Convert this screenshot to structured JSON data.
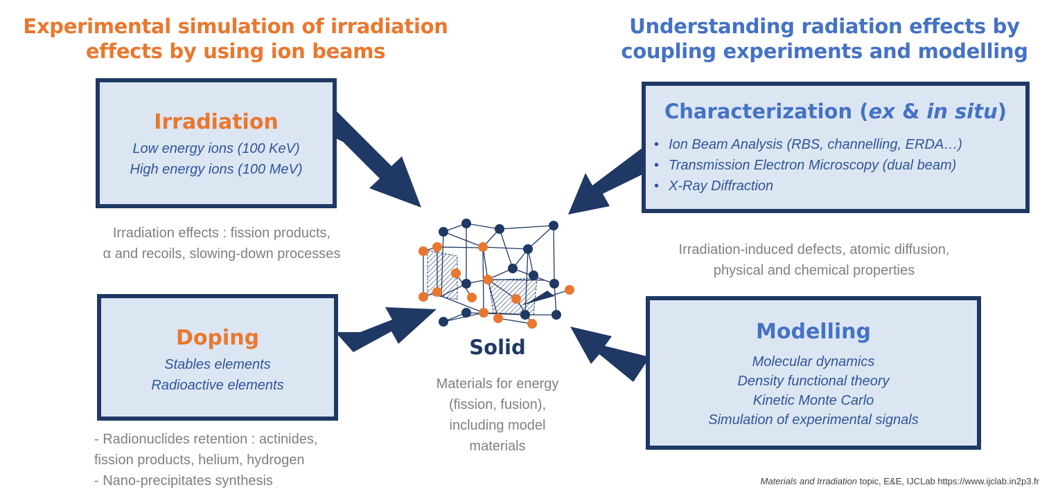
{
  "left_heading": [
    "Experimental simulation of irradiation",
    "effects by using ion beams"
  ],
  "right_heading": [
    "Understanding radiation effects by",
    "coupling experiments and modelling"
  ],
  "irradiation": {
    "title": "Irradiation",
    "lines": [
      "Low energy ions (100 KeV)",
      "High energy ions (100 MeV)"
    ],
    "effects": [
      "Irradiation effects : fission products,",
      "α and recoils, slowing-down processes"
    ]
  },
  "doping": {
    "title": "Doping",
    "lines": [
      "Stables elements",
      "Radioactive elements"
    ],
    "effects": [
      "- Radionuclides retention : actinides,",
      "fission products, helium, hydrogen",
      "- Nano-precipitates synthesis"
    ]
  },
  "characterization": {
    "title_main": "Characterization (",
    "title_ex": "ex",
    "title_amp": " & ",
    "title_insitu": "in situ",
    "title_close": ")",
    "bullets": [
      "Ion Beam Analysis (RBS, channelling, ERDA…)",
      "Transmission Electron Microscopy (dual beam)",
      "X-Ray Diffraction"
    ]
  },
  "defects_text": [
    "Irradiation-induced defects, atomic diffusion,",
    "physical and chemical properties"
  ],
  "modelling": {
    "title": "Modelling",
    "lines": [
      "Molecular dynamics",
      "Density functional theory",
      "Kinetic Monte Carlo",
      "Simulation of experimental signals"
    ]
  },
  "solid": {
    "title": "Solid",
    "description": [
      "Materials for energy",
      "(fission, fusion),",
      "including model",
      "materials"
    ]
  },
  "footer": {
    "italic": "Materials and Irradiation",
    "rest": " topic, E&E, IJCLab https://www.ijclab.in2p3.fr"
  },
  "colors": {
    "orange": "#e8782f",
    "blue": "#4472c4",
    "navy": "#1f3864",
    "box_fill": "#dce6f2",
    "gray": "#7f7f7f"
  }
}
